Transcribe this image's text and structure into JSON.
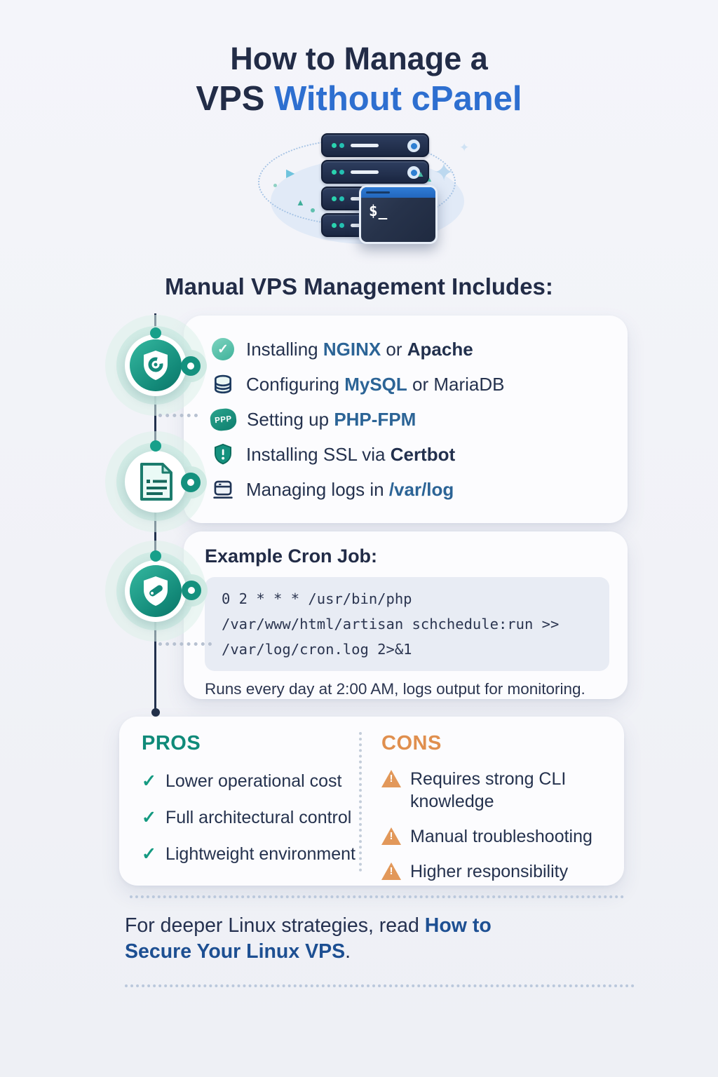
{
  "header": {
    "title_line1": "How to Manage a",
    "title_line2_dark": "VPS ",
    "title_line2_accent": "Without cPanel"
  },
  "illustration": {
    "terminal_prompt": "$_"
  },
  "section": {
    "heading": "Manual VPS Management Includes:"
  },
  "checklist": {
    "items": [
      {
        "icon": "check-circle-icon",
        "runs": [
          {
            "text": "Installing ",
            "style": "normal"
          },
          {
            "text": "NGINX",
            "style": "kw-blue"
          },
          {
            "text": " or ",
            "style": "normal"
          },
          {
            "text": "Apache",
            "style": "kw-dark"
          }
        ]
      },
      {
        "icon": "database-icon",
        "runs": [
          {
            "text": "Configuring ",
            "style": "normal"
          },
          {
            "text": "MySQL",
            "style": "kw-blue"
          },
          {
            "text": " or MariaDB",
            "style": "normal"
          }
        ]
      },
      {
        "icon": "php-badge-icon",
        "badge": "PPP",
        "runs": [
          {
            "text": "Setting up ",
            "style": "normal"
          },
          {
            "text": "PHP-FPM",
            "style": "kw-blue"
          }
        ]
      },
      {
        "icon": "ssl-shield-icon",
        "runs": [
          {
            "text": "Installing SSL via ",
            "style": "normal"
          },
          {
            "text": "Certbot",
            "style": "kw-dark"
          }
        ]
      },
      {
        "icon": "logs-icon",
        "runs": [
          {
            "text": "Managing logs in ",
            "style": "normal"
          },
          {
            "text": "/var/log",
            "style": "kw-blue"
          }
        ]
      }
    ]
  },
  "cron": {
    "title": "Example Cron Job:",
    "code_lines": [
      "0 2 * * * /usr/bin/php",
      "/var/www/html/artisan schchedule:run >>",
      "/var/log/cron.log 2>&1"
    ],
    "caption": "Runs every day at 2:00 AM, logs output for monitoring."
  },
  "pros_cons": {
    "pros": {
      "title": "PROS",
      "items": [
        "Lower operational cost",
        "Full architectural control",
        "Lightweight environment"
      ]
    },
    "cons": {
      "title": "CONS",
      "items": [
        "Requires strong CLI knowledge",
        "Manual troubleshooting",
        "Higher responsibility"
      ]
    }
  },
  "footer": {
    "runs": [
      {
        "text": "For deeper Linux strategies, read ",
        "style": "normal"
      },
      {
        "text": "How to Secure Your Linux VPS",
        "style": "link"
      },
      {
        "text": ".",
        "style": "normal"
      }
    ]
  },
  "glyphs": {
    "check": "✓",
    "exclamation": "!",
    "sparkle": "✦"
  },
  "colors": {
    "background": "#f2f3f8",
    "navy": "#222c47",
    "accent_blue": "#2e6fd0",
    "keyword_blue": "#2c6496",
    "teal": "#14917e",
    "orange": "#e0925a",
    "link_blue": "#1d4f92",
    "code_bg": "#e8ecf4"
  }
}
